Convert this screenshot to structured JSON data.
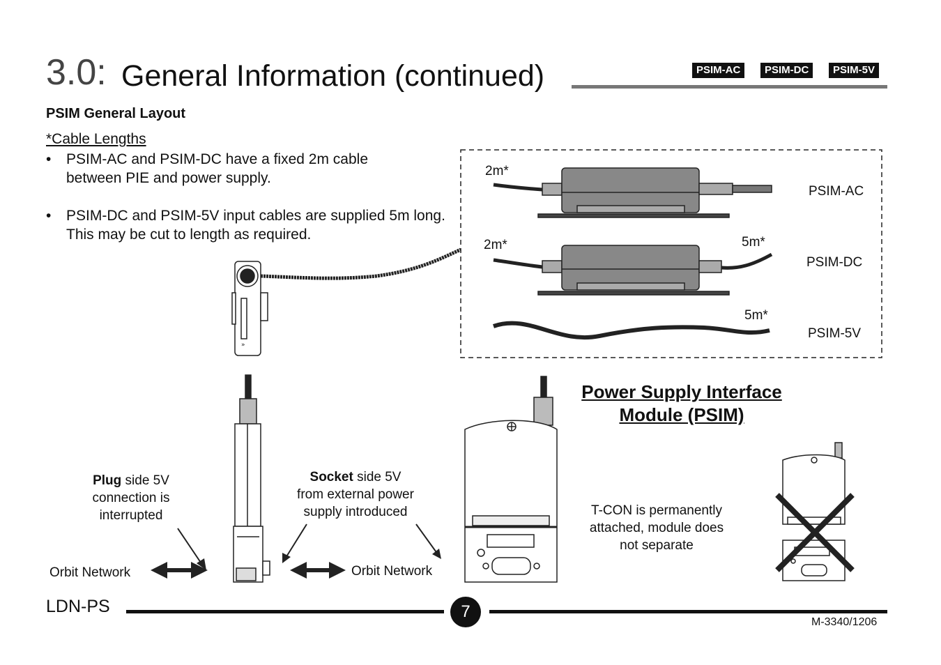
{
  "header": {
    "section_number": "3.0:",
    "title": "General Information (continued)",
    "badges": [
      "PSIM-AC",
      "PSIM-DC",
      "PSIM-5V"
    ]
  },
  "section_heading": "PSIM General Layout",
  "cable_lengths": {
    "title": "*Cable Lengths",
    "bullets": [
      "PSIM-AC and PSIM-DC have a fixed 2m cable between PIE and power supply.",
      "PSIM-DC and PSIM-5V input cables are supplied 5m long. This may be cut to length as required."
    ]
  },
  "variants": {
    "ac": {
      "name": "PSIM-AC",
      "left_length": "2m*"
    },
    "dc": {
      "name": "PSIM-DC",
      "left_length": "2m*",
      "right_length": "5m*"
    },
    "v5": {
      "name": "PSIM-5V",
      "right_length": "5m*"
    }
  },
  "psim_title_line1": "Power Supply Interface",
  "psim_title_line2": "Module (PSIM)",
  "plug_caption": {
    "bold": "Plug",
    "rest1": " side 5V",
    "line2": "connection is",
    "line3": "interrupted"
  },
  "socket_caption": {
    "bold": "Socket",
    "rest1": " side 5V",
    "line2": "from external power",
    "line3": "supply introduced"
  },
  "network_left": "Orbit Network",
  "network_right": "Orbit Network",
  "tcon_caption": [
    "T-CON is permanently",
    "attached, module does",
    "not separate"
  ],
  "footer": {
    "product": "LDN-PS",
    "page": "7",
    "doc_id": "M-3340/1206"
  }
}
